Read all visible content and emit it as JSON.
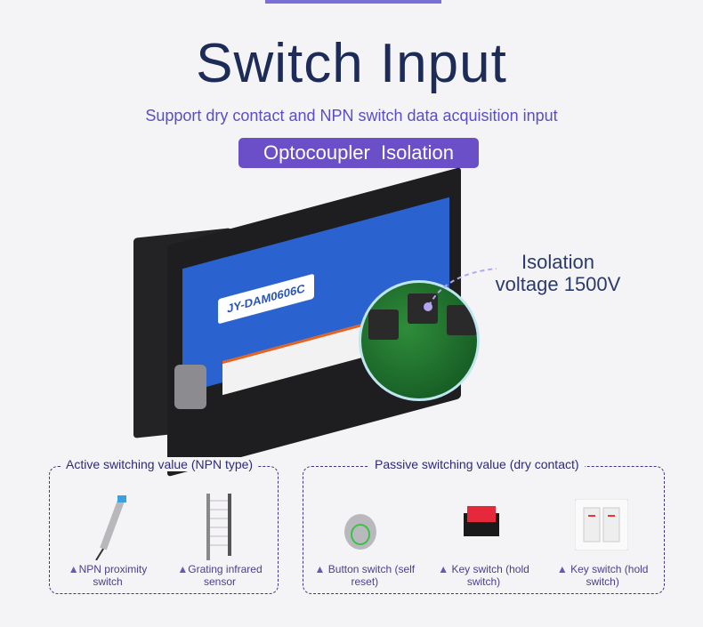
{
  "title": "Switch Input",
  "subtitle": "Support dry contact and NPN switch data acquisition input",
  "badge": "Optocoupler  Isolation",
  "device": {
    "model": "JY-DAM0606C"
  },
  "callout": {
    "line1": "Isolation",
    "line2": "voltage 1500V"
  },
  "active": {
    "title": "Active switching value (NPN type)",
    "items": [
      {
        "label": "NPN proximity switch"
      },
      {
        "label": "Grating infrared sensor"
      }
    ]
  },
  "passive": {
    "title": "Passive switching value (dry contact)",
    "items": [
      {
        "label": "Button switch (self reset)"
      },
      {
        "label": "Key switch (hold switch)"
      },
      {
        "label": "Key switch (hold switch)"
      }
    ]
  },
  "marker": "▲",
  "colors": {
    "title": "#1c2b57",
    "accent": "#6a4fc8",
    "panel": "#2a62d0"
  }
}
